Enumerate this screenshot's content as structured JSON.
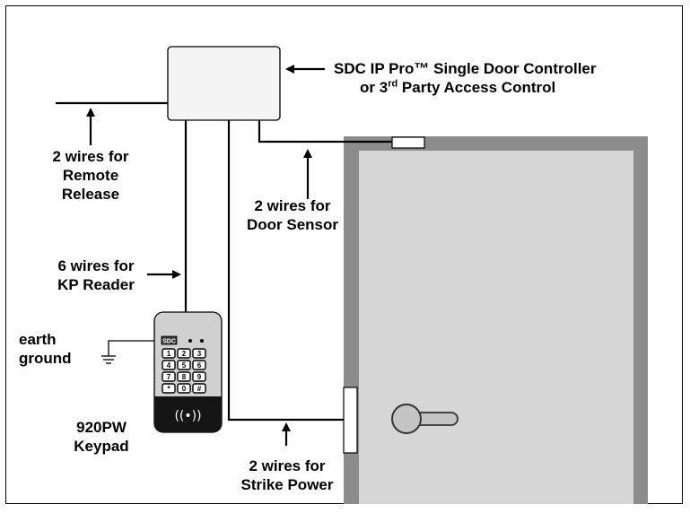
{
  "controller": {
    "name": "SDC IP Pro™ Single Door Controller",
    "alt_prefix": "or 3",
    "alt_sup": "rd",
    "alt_suffix": " Party Access Control"
  },
  "labels": {
    "remote_release": [
      "2 wires for",
      "Remote",
      "Release"
    ],
    "door_sensor": [
      "2 wires for",
      "Door Sensor"
    ],
    "kp_reader": [
      "6 wires for",
      "KP Reader"
    ],
    "earth_ground": [
      "earth",
      "ground"
    ],
    "keypad": [
      "920PW",
      "Keypad"
    ],
    "strike_power": [
      "2 wires for",
      "Strike Power"
    ]
  },
  "keypad_device": {
    "display_text": "SDC",
    "keys": [
      "1",
      "2",
      "3",
      "4",
      "5",
      "6",
      "7",
      "8",
      "9",
      "*",
      "0",
      "#"
    ],
    "proximity_symbol": "((•))"
  },
  "colors": {
    "door_frame": "#8c8c8c",
    "door_panel": "#d6d6d6",
    "keypad_dark": "#151515",
    "controller_fill": "#f4f4f4"
  }
}
